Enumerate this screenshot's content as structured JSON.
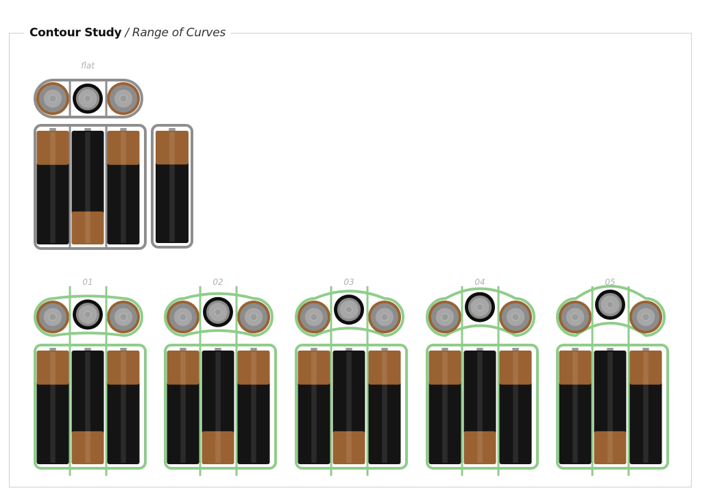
{
  "header": {
    "title": "Contour Study",
    "subtitle": "/ Range of Curves"
  },
  "colors": {
    "flat_outline": "#8e8e8e",
    "curve_outline": "#8fcd8a",
    "copper": "#9a6232",
    "battery_black": "#141414",
    "cap": "#8c8c8c"
  },
  "variants": [
    {
      "label": "flat",
      "style": "flat",
      "bulge": 0
    },
    {
      "label": "01",
      "style": "curve",
      "bulge": 0.2
    },
    {
      "label": "02",
      "style": "curve",
      "bulge": 0.4
    },
    {
      "label": "03",
      "style": "curve",
      "bulge": 0.6
    },
    {
      "label": "04",
      "style": "curve",
      "bulge": 0.8
    },
    {
      "label": "05",
      "style": "curve",
      "bulge": 1.0
    }
  ]
}
